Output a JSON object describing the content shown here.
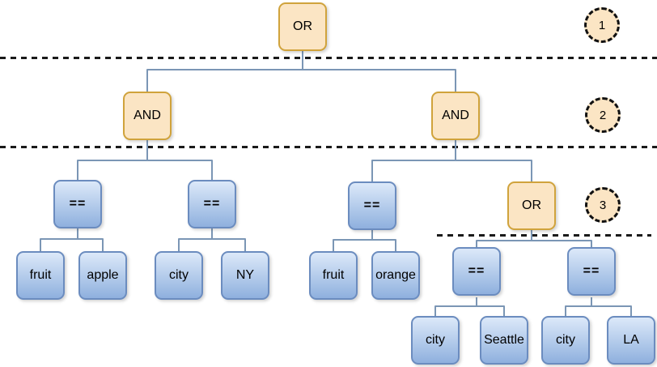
{
  "diagram_type": "boolean-expression-tree",
  "nodes": [
    {
      "id": "or-root",
      "label": "OR",
      "kind": "operator"
    },
    {
      "id": "and-left",
      "label": "AND",
      "kind": "operator"
    },
    {
      "id": "and-right",
      "label": "AND",
      "kind": "operator"
    },
    {
      "id": "eq-1",
      "label": "==",
      "kind": "comparator"
    },
    {
      "id": "eq-2",
      "label": "==",
      "kind": "comparator"
    },
    {
      "id": "eq-3",
      "label": "==",
      "kind": "comparator"
    },
    {
      "id": "or-2",
      "label": "OR",
      "kind": "operator"
    },
    {
      "id": "fruit-1",
      "label": "fruit",
      "kind": "leaf"
    },
    {
      "id": "apple",
      "label": "apple",
      "kind": "leaf"
    },
    {
      "id": "city-1",
      "label": "city",
      "kind": "leaf"
    },
    {
      "id": "ny",
      "label": "NY",
      "kind": "leaf"
    },
    {
      "id": "fruit-2",
      "label": "fruit",
      "kind": "leaf"
    },
    {
      "id": "orange",
      "label": "orange",
      "kind": "leaf"
    },
    {
      "id": "eq-4",
      "label": "==",
      "kind": "comparator"
    },
    {
      "id": "eq-5",
      "label": "==",
      "kind": "comparator"
    },
    {
      "id": "city-2",
      "label": "city",
      "kind": "leaf"
    },
    {
      "id": "seattle",
      "label": "Seattle",
      "kind": "leaf"
    },
    {
      "id": "city-3",
      "label": "city",
      "kind": "leaf"
    },
    {
      "id": "la",
      "label": "LA",
      "kind": "leaf"
    }
  ],
  "level_markers": [
    {
      "label": "1"
    },
    {
      "label": "2"
    },
    {
      "label": "3"
    }
  ],
  "expression": "(fruit == apple AND city == NY) OR (fruit == orange AND (city == Seattle OR city == LA))",
  "colors": {
    "operator_fill": "#FBE5C4",
    "operator_border": "#D0A33C",
    "leaf_fill_top": "#DCE9F9",
    "leaf_fill_bottom": "#8FB0DE",
    "leaf_border": "#6B8CBF",
    "connector_color": "#7B96B5",
    "divider_color": "#1a1a1a"
  }
}
